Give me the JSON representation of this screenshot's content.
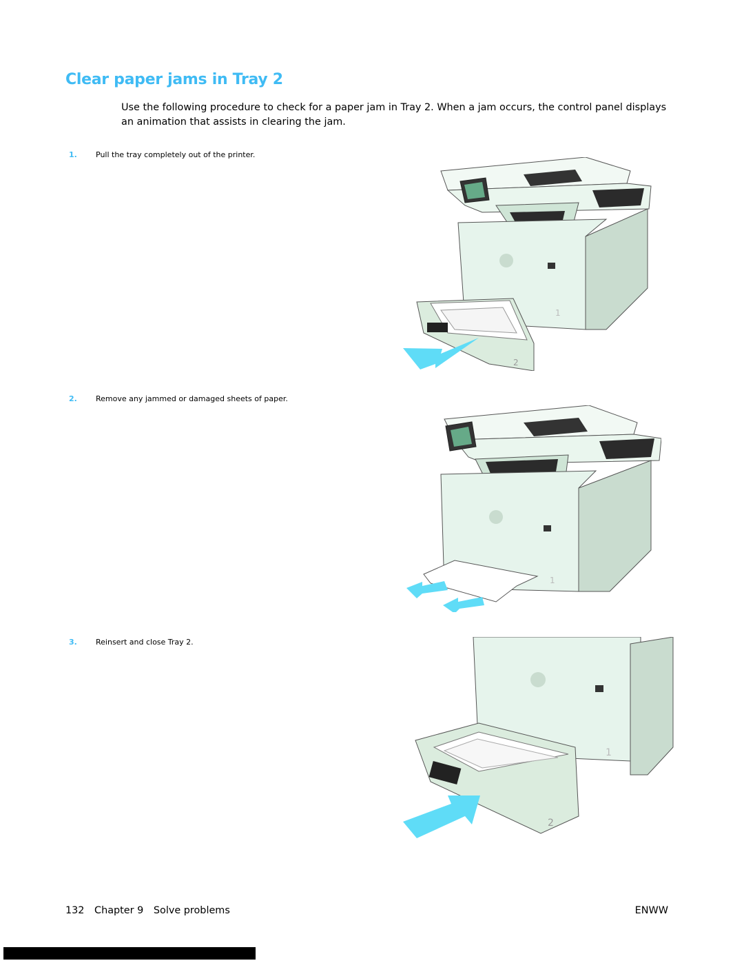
{
  "page": {
    "title": "Clear paper jams in Tray 2",
    "intro": "Use the following procedure to check for a paper jam in Tray 2. When a jam occurs, the control panel displays an animation that assists in clearing the jam."
  },
  "steps": [
    {
      "number": "1.",
      "text": "Pull the tray completely out of the printer."
    },
    {
      "number": "2.",
      "text": "Remove any jammed or damaged sheets of paper."
    },
    {
      "number": "3.",
      "text": "Reinsert and close Tray 2."
    }
  ],
  "illustrations": {
    "tray1_label": "1",
    "tray2_label": "2"
  },
  "footer": {
    "page_number": "132",
    "chapter": "Chapter 9",
    "section": "Solve problems",
    "code": "ENWW"
  },
  "colors": {
    "accent": "#3fbbf4",
    "printer_body": "#e6f4ec",
    "arrow": "#5fdcf7"
  }
}
